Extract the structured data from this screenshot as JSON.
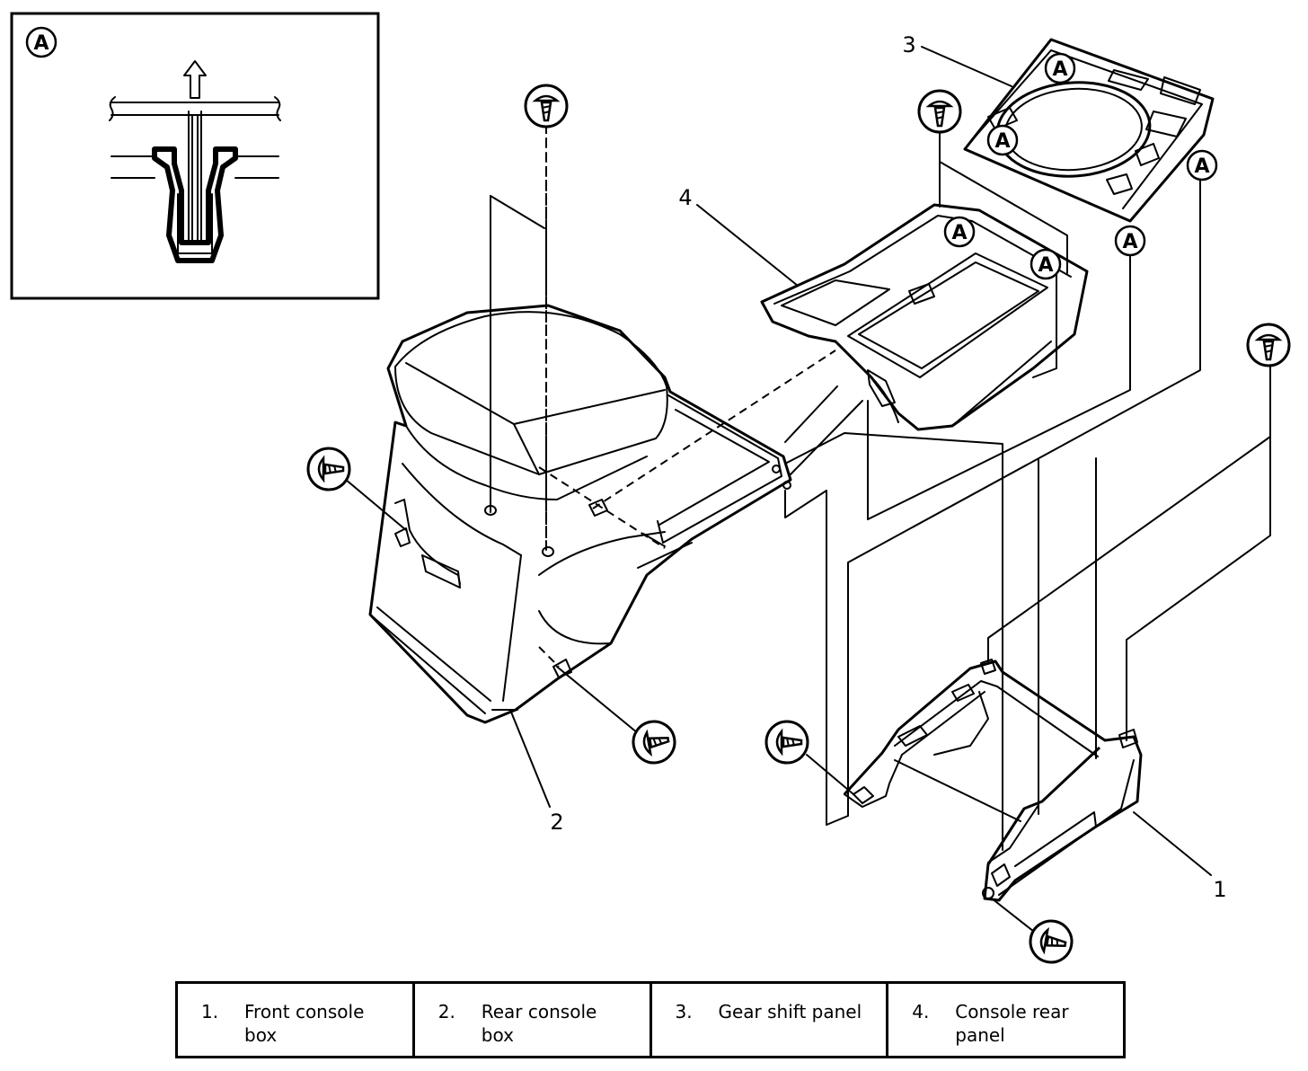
{
  "inset": {
    "label": "A"
  },
  "callouts": {
    "c1": "1",
    "c2": "2",
    "c3": "3",
    "c4": "4"
  },
  "clip_marker": "A",
  "legend": [
    {
      "num": "1.",
      "text": "Front console box"
    },
    {
      "num": "2.",
      "text": "Rear console box"
    },
    {
      "num": "3.",
      "text": "Gear shift panel"
    },
    {
      "num": "4.",
      "text": "Console rear panel"
    }
  ]
}
